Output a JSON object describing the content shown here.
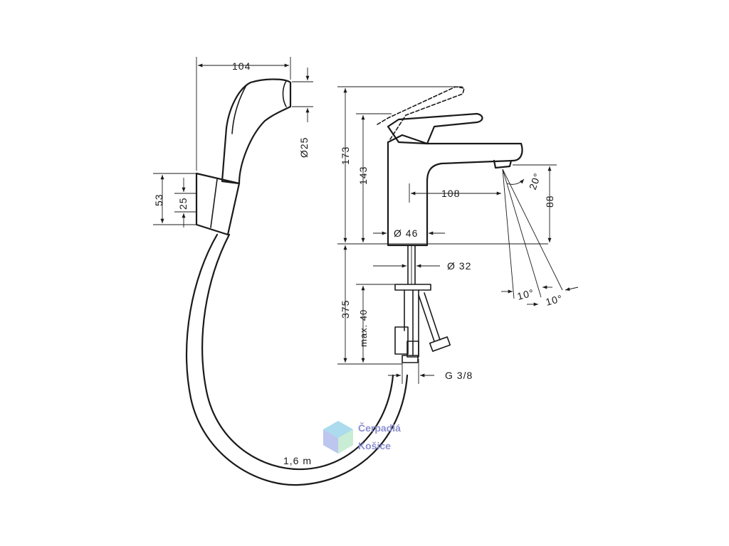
{
  "dimensions": {
    "handshower_width": "104",
    "handshower_diameter": "Ø25",
    "holder_height": "53",
    "holder_inner": "25",
    "hose_length": "1,6  m",
    "total_height": "173",
    "body_height": "143",
    "spout_reach": "108",
    "spout_height": "88",
    "spout_angle": "20°",
    "base_diameter": "Ø 46",
    "shank_diameter": "Ø 32",
    "shank_length": "375",
    "max_thickness": "max. 40",
    "connection": "G 3/8",
    "angle_left": "10°",
    "angle_right": "10°"
  },
  "watermark": {
    "line1": "Čerpadlá",
    "line2": "Košice",
    "color": "#8b8fd0"
  }
}
